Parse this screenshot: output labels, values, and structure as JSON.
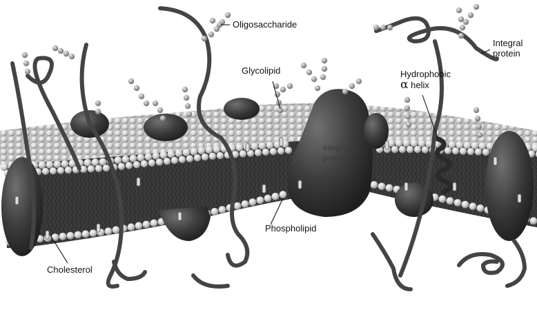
{
  "labels": {
    "oligosaccharide": "Oligosaccharide",
    "integral_protein_right": "Integral protein",
    "glycolipid": "Glycolipid",
    "hydrophobic": "Hydrophobic",
    "alpha_symbol": "α",
    "helix": "helix",
    "integral_protein_center": "Integral protein",
    "phospholipid": "Phospholipid",
    "cholesterol": "Cholesterol"
  },
  "colors": {
    "background": "#ffffff",
    "protein": "#3a3a3a",
    "bead": "#d2d2d2",
    "tail": "#2e2e2e",
    "label_line": "#111111"
  },
  "icons": [
    "phospholipid-bilayer",
    "integral-protein",
    "oligosaccharide-chain",
    "alpha-helix",
    "cholesterol-molecule"
  ]
}
